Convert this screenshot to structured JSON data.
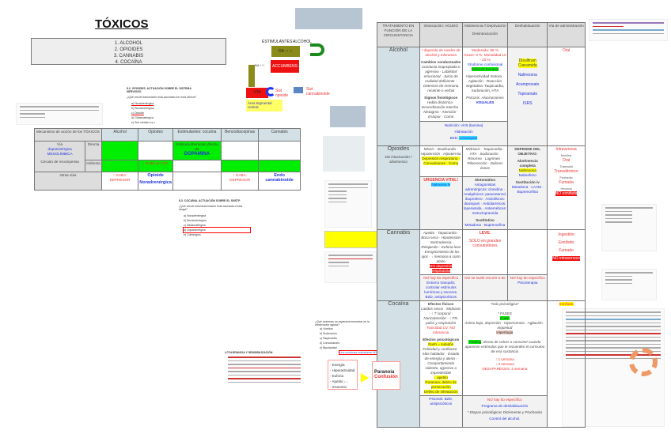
{
  "title": "TÓXICOS",
  "list": [
    "1. ALCOHOL",
    "2. OPIOIDES",
    "3. CANNABIS",
    "4. COCAÍNA"
  ],
  "diagram": {
    "estimulantes": "ESTIMULANTES",
    "alcohol": "ALCOHOL",
    "da_top": "DA ↑↑↑↑",
    "da_side": "DA ↑↑↑",
    "accumbens": "ACCUMBENS",
    "vta": "VTA",
    "area": "Área tegmental central",
    "sist_opioide": "Sist opioide",
    "sist_cannabinoide": "Sist cannabinoide"
  },
  "mech_table": {
    "headers": [
      "Mecanismo de acción de los TÓXICOS",
      "Alcohol",
      "Opiodes",
      "Estimulantes: cocaína",
      "Benzodiacepinas",
      "Cannabis"
    ],
    "via": "Vía",
    "via_blue": "dopaminérgica MESOLÍMBICA",
    "circuito": "Circuito de recompensa",
    "directa": "Directa",
    "indirecta": "Indirecta",
    "estimula": "Estimula liberación directa de",
    "dopamina": "DOPAMINA",
    "gaba_vta": "↓ GABA en VTA",
    "otras": "Otras vías",
    "gaba_depresor": "↑ GABA: DEPRESOR",
    "opioide": "Opioide",
    "noradrenergica": "Noradrenérgica",
    "endo": "Endo cannabinoide"
  },
  "treat": {
    "headers": [
      "TRATAMIENTO EN FUNCIÓN DE LA CIRCUNSTANCIA",
      "Intoxicación: AGUDO",
      "Abstinencia // Deprivación",
      "Desintoxicación",
      "Deshabituación",
      "Vía de administración"
    ],
    "alcohol": {
      "label": "Alcohol",
      "intox_note": "* depende de niveles de alcohol y tolerancia",
      "cambios": "Cambios conductuales",
      "cambios_list": "Conducta inapropiada o agresiva · Labilidad emocional · Juicio de realidad deficiente · Deterioro de memoria reciente o verbal",
      "signos": "Signos fisiológicos",
      "signos_list": "Habla disártrica · Incoordinación marcha · Nistagmo · Atención · Estupor · Coma",
      "abst_moderada": "Moderada: 95 %",
      "abst_grave": "Grave: 5 %. Mortalidad 10 - 20 %",
      "sindrome": "Síndrome confusional",
      "delirium": "Delirium tremens",
      "abst_list": "Hiperactividad motora · Agitación · Reacción vegetativa: Taquicardia, Sudoración, HTA",
      "psicosis": "Psicosis. Alucinaciones",
      "visuales": "VISUALES",
      "deshab": [
        "Disulfiram",
        "Cianamida",
        "Naltrexona",
        "Acamprosato",
        "Topiramato",
        "ISRS"
      ],
      "via": "Oral",
      "nutricion": "Nutrición: vit B (tiamina)",
      "hidratacion": "Hidratación",
      "bzd": "BZD:",
      "lorazepam": "Lorazepam"
    },
    "opioides": {
      "label": "Opioides",
      "sub": "DD intoxicación / abstinencia",
      "intox": "Miosis · Bradicardia · Hipotensión · Hipotermia",
      "intox_hl": "Depresión respiratoria · Convulsiones · Coma",
      "abst": "Midriasis · Taquicardia · HTA · Sudoración · Rinorrea · Lagrimeo · Piloerección · Dolores óseos",
      "depende": "DEPENDE DEL OBJETIVO:",
      "abst_completa": "Abstinencia completa",
      "naltrexona": "Naltrexona",
      "nalmefeno": "Nalmefeno",
      "sustitucion": "Sustitución iv",
      "sust_list": "Metadona · LAAM · Buprenorfina",
      "urgencia": "URGENCIA VITAL!",
      "naloxona": "Naloxona iv",
      "sintomatico": "Sintomático",
      "sint_list": "Antagonistas adrenérgicos: clonidina · Analgésicos: paracetamol, ibuprofeno · Ansiolíticos: diazepam · Antidiarreicos: loperamida · Antieméticos: metoclopramida",
      "sustitutivo": "Sustitutivo",
      "sustitutivo_list": "Metadona · Buprenorfina",
      "vias": [
        "Intravenosa",
        "Morfina",
        "Oral",
        "Tramadol",
        "Transdérmico",
        "Fentanilo",
        "Fumada",
        "Heroína",
        "NO esnifada"
      ]
    },
    "cannabis": {
      "label": "Cannabis",
      "intox": "Apetito · Taquicardia · Boca seca · Hipotensión · Somnolencia · Relajación · Euforia leve · Enrojecimiento de los ojos · ↓ memoria a corto plazo",
      "no_depresion": "NO depresión respiratoria",
      "leve": "LEVE.",
      "solo": "SOLO en grandes consumidores",
      "vias": [
        "Ingestión",
        "Esnifado",
        "Fumado",
        "NO intravenoso"
      ],
      "no_tto": "NO hay tto específico",
      "entorno": "Entorno tranquilo; controlar estímulos lumínicos y sonoros.",
      "bzd_anti": "BZD, antipsicóticos",
      "no_suele": "NO se suele recurrir a tto",
      "psicoterapia": "Psicoterapia"
    },
    "cocaina": {
      "label": "Cocaína",
      "efectos_fisicos": "Efectos físicos",
      "fisicos_list": "Latidos secos · Midriasis · ↑ T corporal · Normotensión · ↑ FR, pulso y respiración",
      "toxicidad": "Toxicidad CV: NO tolerancia",
      "efectos_psico": "Efectos psicológicos",
      "rush": "Rush = subidón",
      "psico_list": "Felicidad y confianza · Más hablador · Estado de energía y alerta · Comportamiento violento, agresivo o impredecible",
      "apetito": "↓ apetito",
      "paranoia": "Paranoia, delirio de persecución",
      "delirio": "Delirio de infestación",
      "mas_psico": "\"más psicológica\"",
      "fases": "* FASES",
      "crash": "Crash",
      "crash_list": "Ánimo bajo, depresión · Hipersomnia · Agitación · Inquietud",
      "hiperfagia": "Hiperfagia",
      "craving": "Craving",
      "craving_text": ": deseo de volver a consumir cuando aparecen estímulos que le recuerden el consumo de esa sustancia",
      "semana1": "↑ 1 semana",
      "semana2": "↓ 2 semana",
      "desaparecen": "DESAPARECEN: 4 semana",
      "via": "Esnifada",
      "psicosis": "Psicosis: BZD, antipsicóticos",
      "no_tto": "NO hay tto específico",
      "programa": "Programa de deshabituación",
      "etapas": "* Etapas psicológicas Diclemente y Prochaska",
      "control": "Control del alcohol."
    }
  },
  "cocaine_box": {
    "items": [
      "- Energía",
      "- Hiperactividad",
      "- Euforia",
      "- Apetito ↓↓",
      "- Insomnio"
    ],
    "result1": "Paranoia",
    "result2": "Confusión"
  },
  "exam_opioides": {
    "heading": "8.2. OPIOIDES. ACTUACIÓN SOBRE EL SISTEMA NERVIOSO",
    "question": "¿Qué vía de transmisión está asociada con esta clínica?",
    "options": [
      "a) Noradrenérgica",
      "b) Serotoninérgica",
      "c) Opioide",
      "d) Glutamatérgica",
      "e) Son ciertas a y c"
    ]
  },
  "exam_cocaina": {
    "heading": "8.3. COCAÍNA. ACTUACIÓN SOBRE EL SNSTP",
    "question": "¿Qué vía de neurotransmisión está asociada a esta droga?",
    "options": [
      "a) Noradrenérgica",
      "b) Serotoninérgica",
      "c) Glutamatérgica",
      "d) Dopaminérgica",
      "e) Colinérgica"
    ]
  },
  "exam_sintomas": {
    "question": "¿Qué síntomas no esperaría encontrar en la intoxicación aguda?",
    "options": [
      "a) Vómitos",
      "b) Sudoración",
      "c) Taquicardia",
      "d) Convulsiones",
      "e) Bipolaridad"
    ],
    "note": "Una sustancia estimulante NO"
  },
  "tolerancia": {
    "heading": "4.TOLERANCIA Y SENSIBILIZACIÓN"
  },
  "colors": {
    "green": "#00ee00",
    "red": "#ee1111",
    "yellow": "#ffff00",
    "cyan": "#33ddff",
    "header_blue": "#d3e0e5",
    "olive": "#8b8b1a"
  }
}
